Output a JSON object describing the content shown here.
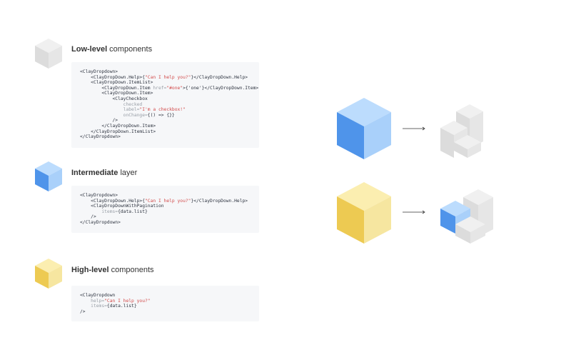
{
  "sections": [
    {
      "heading_bold": "Low-level",
      "heading_rest": " components",
      "cube_color": "gray",
      "code_lines": [
        [
          {
            "t": "<ClayDropdown>",
            "c": "tag"
          }
        ],
        [
          {
            "t": "    <ClayDropDown.Help>{",
            "c": "tag"
          },
          {
            "t": "\"Can I help you?\"",
            "c": "str"
          },
          {
            "t": "}</ClayDropDown.Help>",
            "c": "tag"
          }
        ],
        [
          {
            "t": "    <ClayDropDown.ItemList>",
            "c": "tag"
          }
        ],
        [
          {
            "t": "        <ClayDropDown.Item ",
            "c": "tag"
          },
          {
            "t": "href=",
            "c": "attr"
          },
          {
            "t": "\"#one\"",
            "c": "str"
          },
          {
            "t": ">{'one'}</ClayDropDown.Item>",
            "c": "tag"
          }
        ],
        [
          {
            "t": "        <ClayDropDown.Item>",
            "c": "tag"
          }
        ],
        [
          {
            "t": "            <ClayCheckbox",
            "c": "tag"
          }
        ],
        [
          {
            "t": "                checked",
            "c": "attr"
          }
        ],
        [
          {
            "t": "                label=",
            "c": "attr"
          },
          {
            "t": "\"I'm a checkbox!\"",
            "c": "str"
          }
        ],
        [
          {
            "t": "                onChange=",
            "c": "attr"
          },
          {
            "t": "{() => {}}",
            "c": "tag"
          }
        ],
        [
          {
            "t": "            />",
            "c": "tag"
          }
        ],
        [
          {
            "t": "        </ClayDropDown.Item>",
            "c": "tag"
          }
        ],
        [
          {
            "t": "    </ClayDropDown.ItemList>",
            "c": "tag"
          }
        ],
        [
          {
            "t": "</ClayDropdown>",
            "c": "tag"
          }
        ]
      ]
    },
    {
      "heading_bold": "Intermediate",
      "heading_rest": " layer",
      "cube_color": "blue",
      "code_lines": [
        [
          {
            "t": "<ClayDropdown>",
            "c": "tag"
          }
        ],
        [
          {
            "t": "    <ClayDropDown.Help>{",
            "c": "tag"
          },
          {
            "t": "\"Can I help you?\"",
            "c": "str"
          },
          {
            "t": "}</ClayDropDown.Help>",
            "c": "tag"
          }
        ],
        [
          {
            "t": "    <ClayDropDownWithPagination",
            "c": "tag"
          }
        ],
        [
          {
            "t": "        items=",
            "c": "attr"
          },
          {
            "t": "{data.list}",
            "c": "tag"
          }
        ],
        [
          {
            "t": "    />",
            "c": "tag"
          }
        ],
        [
          {
            "t": "</ClayDropdown>",
            "c": "tag"
          }
        ]
      ]
    },
    {
      "heading_bold": "High-level",
      "heading_rest": " components",
      "cube_color": "yellow",
      "code_lines": [
        [
          {
            "t": "<ClayDropdown",
            "c": "tag"
          }
        ],
        [
          {
            "t": "    help=",
            "c": "attr"
          },
          {
            "t": "\"Can I help you?\"",
            "c": "str"
          }
        ],
        [
          {
            "t": "    items=",
            "c": "attr"
          },
          {
            "t": "{data.list}",
            "c": "tag"
          }
        ],
        [
          {
            "t": "/>",
            "c": "tag"
          }
        ]
      ]
    }
  ],
  "colors": {
    "gray": {
      "top": "#f0f0f0",
      "left": "#dcdcdc",
      "right": "#e6e6e6"
    },
    "blue": {
      "top": "#bcdcfd",
      "left": "#4f94ea",
      "right": "#a9d0fa"
    },
    "yellow": {
      "top": "#fbeeb0",
      "left": "#edca52",
      "right": "#f6e6a0"
    },
    "code_bg": "#f6f7f9",
    "string": "#d24b4b",
    "attr": "#9aa0a8"
  },
  "transforms": [
    {
      "from": "blue",
      "to": "gray-stairs"
    },
    {
      "from": "yellow",
      "to": "blue-gray-stairs"
    }
  ]
}
